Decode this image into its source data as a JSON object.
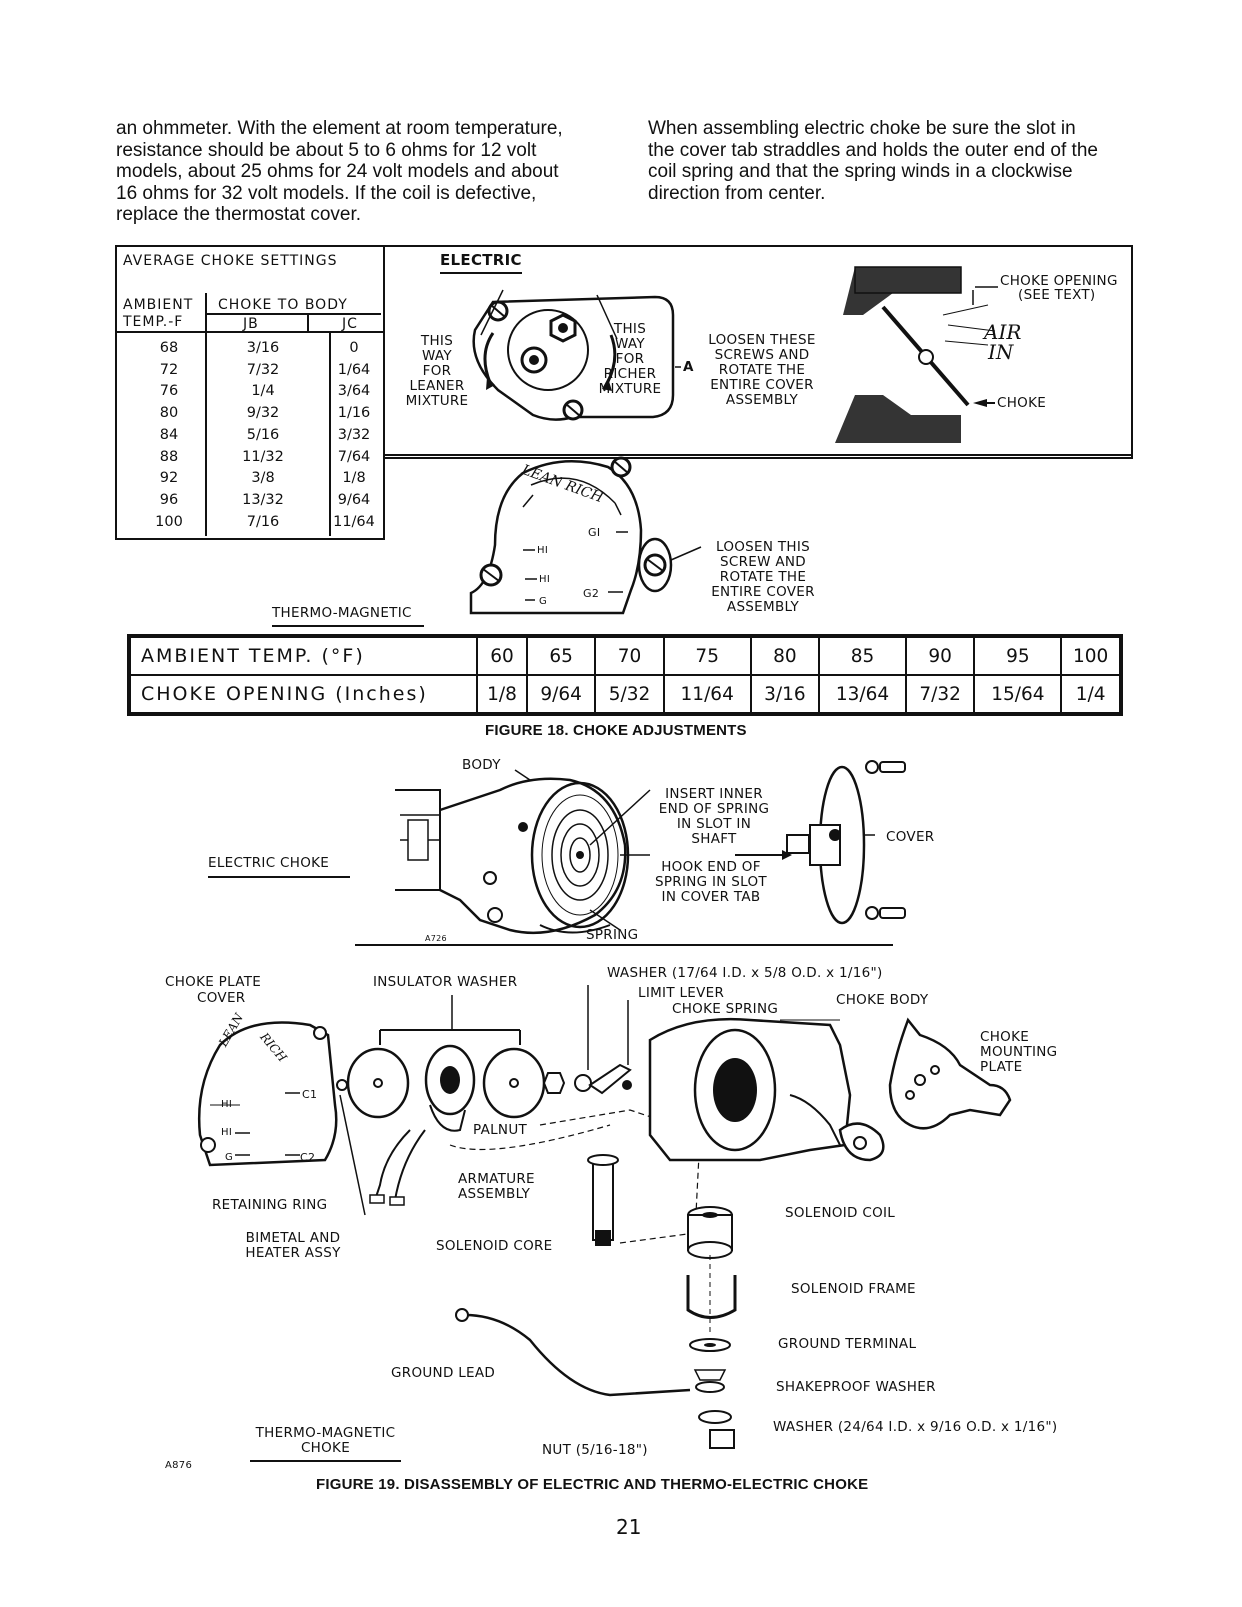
{
  "paragraphs": {
    "left": [
      "an ohmmeter. With the element at room temperature,",
      "resistance should be about 5 to 6 ohms for 12 volt",
      "models, about 25 ohms for 24 volt models and about",
      "16 ohms for 32 volt models. If the coil is defective,",
      "replace the thermostat cover."
    ],
    "right": [
      "When assembling electric choke be sure the slot in",
      "the cover tab straddles and holds the outer end of the",
      "coil spring and that the spring winds in a clockwise",
      "direction from center."
    ]
  },
  "avg_table": {
    "title": "AVERAGE CHOKE SETTINGS",
    "head_left_1": "AMBIENT",
    "head_left_2": "TEMP.-F",
    "head_right": "CHOKE TO BODY",
    "col_jb": "JB",
    "col_jc": "JC",
    "rows": [
      [
        "68",
        "3/16",
        "0"
      ],
      [
        "72",
        "7/32",
        "1/64"
      ],
      [
        "76",
        "1/4",
        "3/64"
      ],
      [
        "80",
        "9/32",
        "1/16"
      ],
      [
        "84",
        "5/16",
        "3/32"
      ],
      [
        "88",
        "11/32",
        "7/64"
      ],
      [
        "92",
        "3/8",
        "1/8"
      ],
      [
        "96",
        "13/32",
        "9/64"
      ],
      [
        "100",
        "7/16",
        "11/64"
      ]
    ]
  },
  "fig18": {
    "electric_label": "ELECTRIC",
    "this_way_leaner": [
      "THIS",
      "WAY",
      "FOR",
      "LEANER",
      "MIXTURE"
    ],
    "this_way_richer": [
      "THIS",
      "WAY",
      "FOR",
      "RICHER",
      "MIXTURE"
    ],
    "a_label": "A",
    "loosen_these": [
      "LOOSEN THESE",
      "SCREWS AND",
      "ROTATE THE",
      "ENTIRE COVER",
      "ASSEMBLY"
    ],
    "choke_opening": [
      "CHOKE OPENING",
      "(SEE TEXT)"
    ],
    "air_in": [
      "AIR",
      "IN"
    ],
    "choke": "CHOKE",
    "lean_rich": "LEAN RICH",
    "dial_gi": "GI",
    "dial_hi1": "HI",
    "dial_hi2": "HI",
    "dial_g": "G",
    "dial_g2": "G2",
    "loosen_this": [
      "LOOSEN THIS",
      "SCREW AND",
      "ROTATE THE",
      "ENTIRE COVER",
      "ASSEMBLY"
    ],
    "thermo_magnetic": "THERMO-MAGNETIC",
    "temp_table": {
      "row1_label": "AMBIENT TEMP. (°F)",
      "row2_label": "CHOKE OPENING (Inches)",
      "temps": [
        "60",
        "65",
        "70",
        "75",
        "80",
        "85",
        "90",
        "95",
        "100"
      ],
      "openings": [
        "1/8",
        "9/64",
        "5/32",
        "11/64",
        "3/16",
        "13/64",
        "7/32",
        "15/64",
        "1/4"
      ]
    },
    "caption": "FIGURE 18.  CHOKE ADJUSTMENTS"
  },
  "electric_choke_fig": {
    "body": "BODY",
    "insert": [
      "INSERT INNER",
      "END OF SPRING",
      "IN SLOT IN",
      "SHAFT"
    ],
    "hook": [
      "HOOK END OF",
      "SPRING IN SLOT",
      "IN COVER TAB"
    ],
    "cover": "COVER",
    "electric_choke": "ELECTRIC CHOKE",
    "spring": "SPRING",
    "code": "A726"
  },
  "fig19": {
    "choke_plate_cover": [
      "CHOKE PLATE",
      "COVER"
    ],
    "insulator_washer": "INSULATOR WASHER",
    "washer_top": "WASHER (17/64 I.D. x 5/8 O.D. x 1/16\")",
    "limit_lever": "LIMIT LEVER",
    "choke_spring": "CHOKE SPRING",
    "choke_body": "CHOKE BODY",
    "choke_mounting_plate": [
      "CHOKE",
      "MOUNTING",
      "PLATE"
    ],
    "lean": "LEAN",
    "rich": "RICH",
    "c1": "C1",
    "c2": "C2",
    "hi_a": "HI",
    "hi_b": "HI",
    "g": "G",
    "palnut": "PALNUT",
    "armature": [
      "ARMATURE",
      "ASSEMBLY"
    ],
    "retaining_ring": "RETAINING RING",
    "bimetal": [
      "BIMETAL AND",
      "HEATER ASSY"
    ],
    "solenoid_core": "SOLENOID CORE",
    "solenoid_coil": "SOLENOID COIL",
    "solenoid_frame": "SOLENOID FRAME",
    "ground_terminal": "GROUND TERMINAL",
    "ground_lead": "GROUND LEAD",
    "shakeproof": "SHAKEPROOF WASHER",
    "washer_bottom": "WASHER (24/64 I.D. x 9/16 O.D. x 1/16\")",
    "thermo_magnetic_choke": [
      "THERMO-MAGNETIC",
      "CHOKE"
    ],
    "nut": "NUT (5/16-18\")",
    "code": "A876",
    "caption": "FIGURE 19.  DISASSEMBLY OF ELECTRIC AND THERMO-ELECTRIC CHOKE"
  },
  "page_number": "21"
}
